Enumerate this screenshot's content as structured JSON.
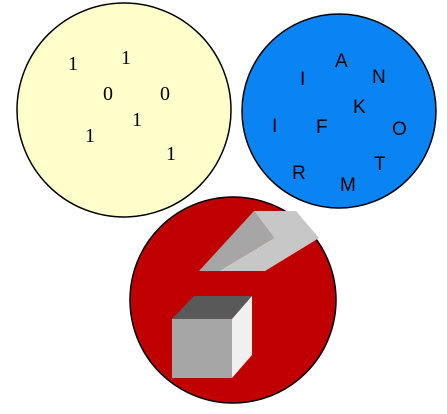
{
  "colors": {
    "binary_circle": "#ffffcc",
    "letters_circle": "#0b84f3",
    "objects_circle": "#c00000",
    "outline": "#000000",
    "light_gray": "#c7c7c7",
    "mid_gray": "#a6a6a6",
    "dark_gray": "#595959"
  },
  "binary_digits": [
    "1",
    "1",
    "0",
    "0",
    "1",
    "1",
    "1"
  ],
  "letters": [
    "A",
    "I",
    "N",
    "K",
    "I",
    "F",
    "O",
    "T",
    "R",
    "M"
  ],
  "icons": [
    "flat-slab-shape",
    "cube-shape"
  ]
}
